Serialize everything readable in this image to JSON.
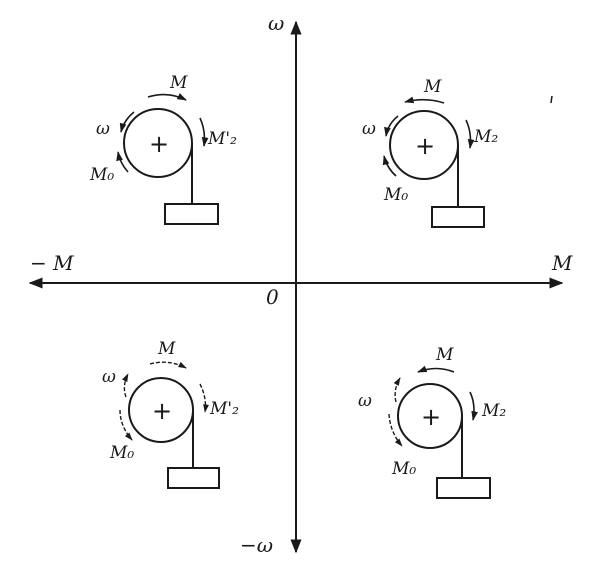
{
  "axes": {
    "y_pos": "ω",
    "y_neg": "−ω",
    "x_pos": "M",
    "x_neg": "− M",
    "origin": "0"
  },
  "quadrants": {
    "q2": {
      "top": "M",
      "left": "ω",
      "right": "M'₂",
      "bottom": "M₀",
      "center": "+"
    },
    "q1": {
      "top": "M",
      "left": "ω",
      "right": "M₂",
      "bottom": "M₀",
      "center": "+"
    },
    "q3": {
      "top": "M",
      "left": "ω",
      "right": "M'₂",
      "bottom": "M₀",
      "center": "+"
    },
    "q4": {
      "top": "M",
      "left": "ω",
      "right": "M₂",
      "bottom": "M₀",
      "center": "+"
    }
  },
  "colors": {
    "ink": "#1a1a1a",
    "background": "#ffffff"
  }
}
